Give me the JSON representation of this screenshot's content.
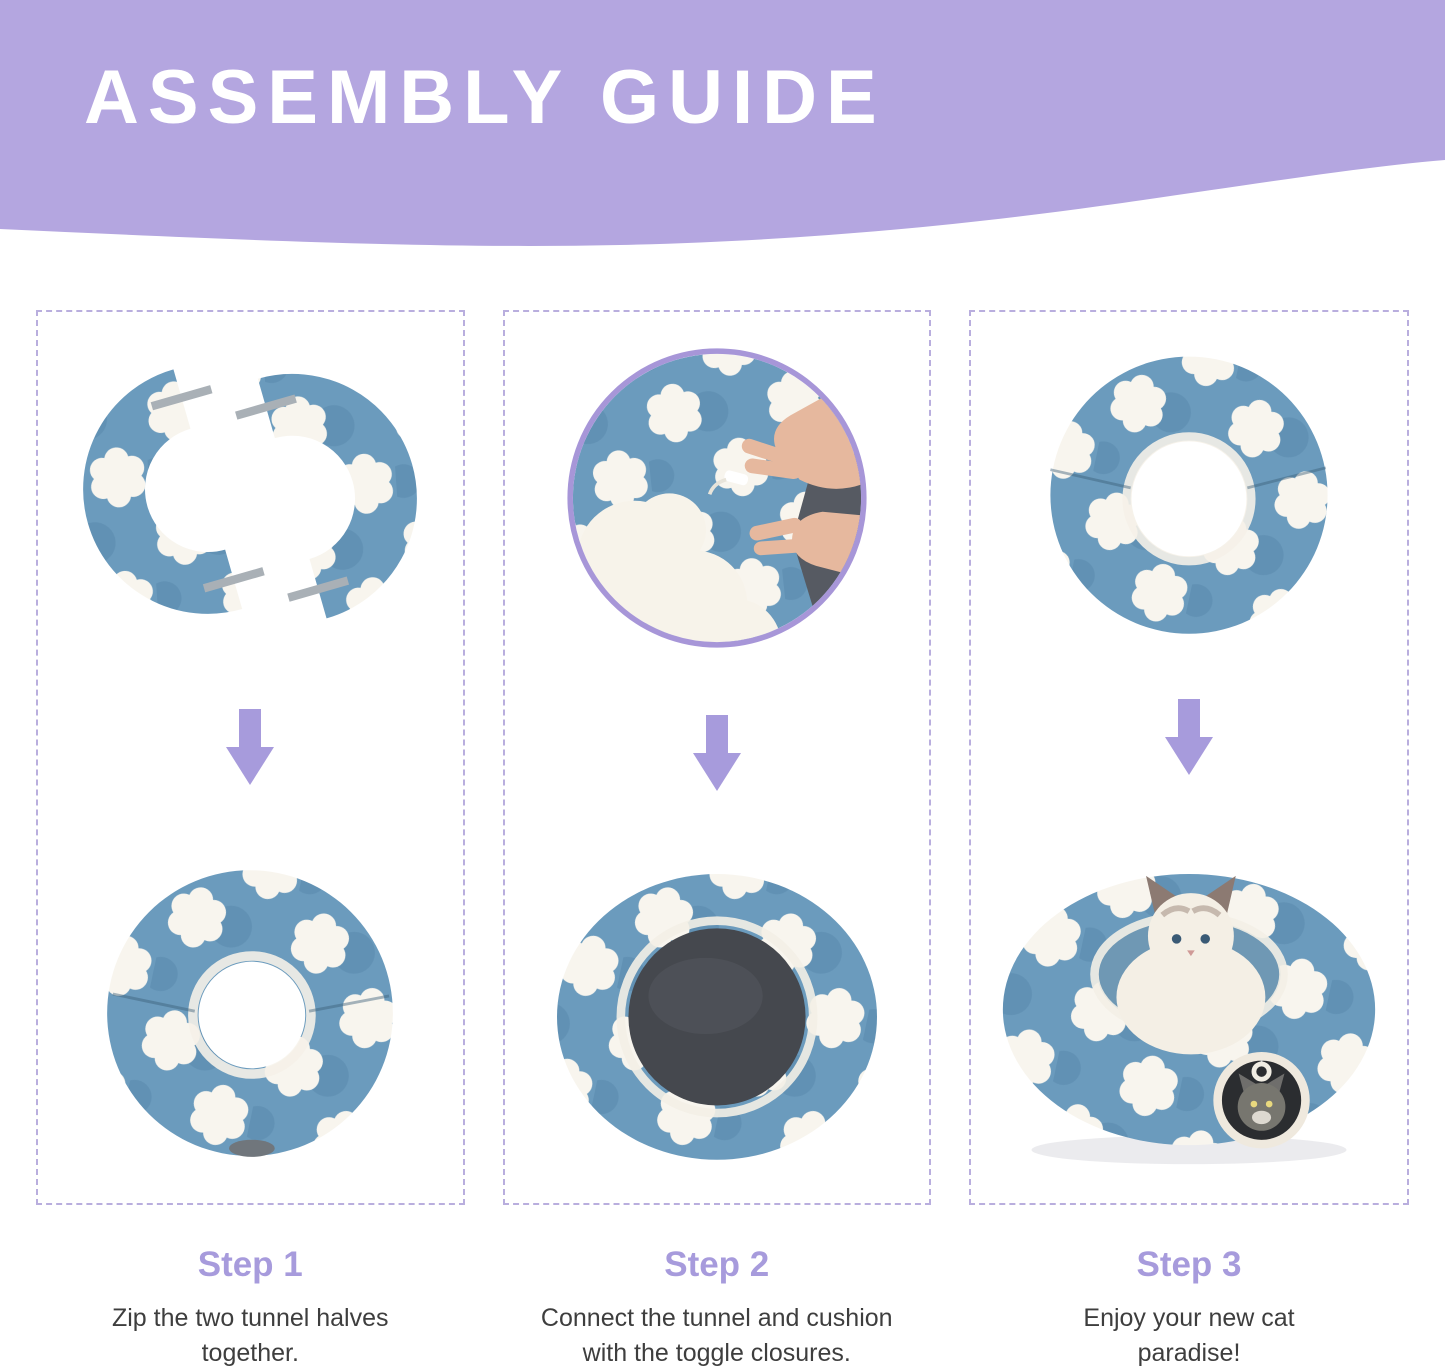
{
  "header": {
    "title": "ASSEMBLY GUIDE"
  },
  "steps": [
    {
      "label": "Step 1",
      "description": "Zip the two tunnel halves together."
    },
    {
      "label": "Step 2",
      "description": "Connect the tunnel and cushion with the toggle closures."
    },
    {
      "label": "Step 3",
      "description": "Enjoy your new cat paradise!"
    }
  ],
  "icons": [
    {
      "name": "arrow-down-icon",
      "glyph": "▼",
      "color": "#a79bdc"
    }
  ],
  "colors": {
    "header_bg": "#b4a6e0",
    "accent_purple": "#a79bdc",
    "dashed_border": "#b9aede",
    "plush_blue": "#6b9bbd",
    "cloud_white": "#f8f5ee",
    "cushion_dark": "#45484e",
    "text_dark": "#3e3e3e"
  }
}
